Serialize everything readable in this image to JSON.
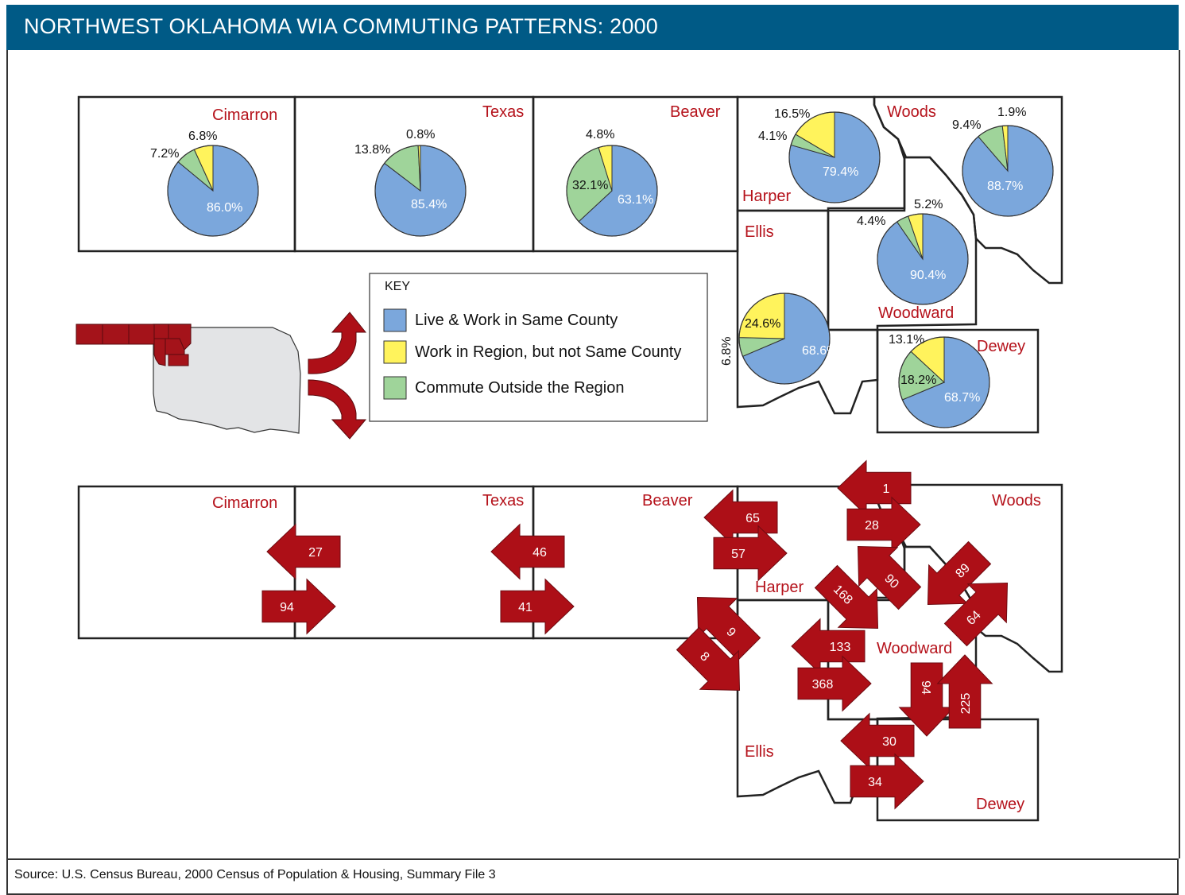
{
  "header": {
    "title": "NORTHWEST OKLAHOMA WIA COMMUTING PATTERNS: 2000"
  },
  "footer": {
    "source": "Source: U.S. Census Bureau, 2000 Census of Population & Housing, Summary File 3"
  },
  "colors": {
    "header_bg": "#005a86",
    "same_county": "#7ba7dc",
    "in_region": "#fff35c",
    "outside_region": "#9fd49a",
    "arrow": "#ad0f17",
    "label_red": "#b5121b",
    "state_gray": "#e3e4e6"
  },
  "key": {
    "title": "KEY",
    "items": [
      {
        "label": "Live & Work in Same County",
        "color": "#7ba7dc"
      },
      {
        "label": "Work in Region, but not Same County",
        "color": "#fff35c"
      },
      {
        "label": "Commute Outside the Region",
        "color": "#9fd49a"
      }
    ]
  },
  "chart_data": {
    "type": "pie",
    "series_names": [
      "Live & Work in Same County",
      "Work in Region, but not Same County",
      "Commute Outside the Region"
    ],
    "counties": [
      {
        "name": "Cimarron",
        "same": 86.0,
        "region": 6.8,
        "outside": 7.2,
        "labels": {
          "same": "86.0%",
          "region": "6.8%",
          "outside": "7.2%"
        }
      },
      {
        "name": "Texas",
        "same": 85.4,
        "region": 0.8,
        "outside": 13.8,
        "labels": {
          "same": "85.4%",
          "region": "0.8%",
          "outside": "13.8%"
        }
      },
      {
        "name": "Beaver",
        "same": 63.1,
        "region": 4.8,
        "outside": 32.1,
        "labels": {
          "same": "63.1%",
          "region": "4.8%",
          "outside": "32.1%"
        }
      },
      {
        "name": "Harper",
        "same": 79.4,
        "region": 16.5,
        "outside": 4.1,
        "labels": {
          "same": "79.4%",
          "region": "16.5%",
          "outside": "4.1%"
        }
      },
      {
        "name": "Woods",
        "same": 88.7,
        "region": 1.9,
        "outside": 9.4,
        "labels": {
          "same": "88.7%",
          "region": "1.9%",
          "outside": "9.4%"
        }
      },
      {
        "name": "Woodward",
        "same": 90.4,
        "region": 5.2,
        "outside": 4.4,
        "labels": {
          "same": "90.4%",
          "region": "5.2%",
          "outside": "4.4%"
        }
      },
      {
        "name": "Ellis",
        "same": 68.6,
        "region": 24.6,
        "outside": 6.8,
        "labels": {
          "same": "68.6%",
          "region": "24.6%",
          "outside": "6.8%"
        }
      },
      {
        "name": "Dewey",
        "same": 68.7,
        "region": 13.1,
        "outside": 18.2,
        "labels": {
          "same": "68.7%",
          "region": "13.1%",
          "outside": "18.2%"
        }
      }
    ]
  },
  "flows": [
    {
      "value": "27"
    },
    {
      "value": "94"
    },
    {
      "value": "46"
    },
    {
      "value": "41"
    },
    {
      "value": "65"
    },
    {
      "value": "57"
    },
    {
      "value": "1"
    },
    {
      "value": "28"
    },
    {
      "value": "90"
    },
    {
      "value": "89"
    },
    {
      "value": "168"
    },
    {
      "value": "64"
    },
    {
      "value": "9"
    },
    {
      "value": "8"
    },
    {
      "value": "133"
    },
    {
      "value": "368"
    },
    {
      "value": "94"
    },
    {
      "value": "225"
    },
    {
      "value": "30"
    },
    {
      "value": "34"
    }
  ],
  "flow_map_labels": {
    "cimarron": "Cimarron",
    "texas": "Texas",
    "beaver": "Beaver",
    "harper": "Harper",
    "woods": "Woods",
    "woodward": "Woodward",
    "ellis": "Ellis",
    "dewey": "Dewey"
  }
}
